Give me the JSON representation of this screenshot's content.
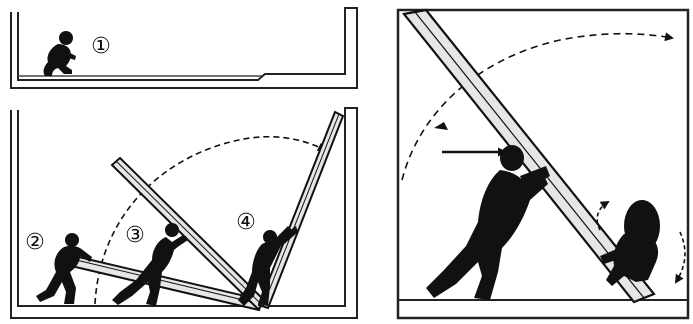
{
  "step_labels": {
    "step1": "①",
    "step2": "②",
    "step3": "③",
    "step4": "④"
  },
  "colors": {
    "ink": "#111111",
    "board_fill": "#e6e6e6",
    "wall": "#222222",
    "paper": "#ffffff"
  },
  "icons": {
    "crouching_person": "crouching-person-silhouette",
    "pushing_person": "pushing-person-silhouette",
    "kneeling_person": "kneeling-person-silhouette",
    "rotation_arrow": "curved-dashed-arrow",
    "push_direction_arrow": "straight-arrow"
  }
}
